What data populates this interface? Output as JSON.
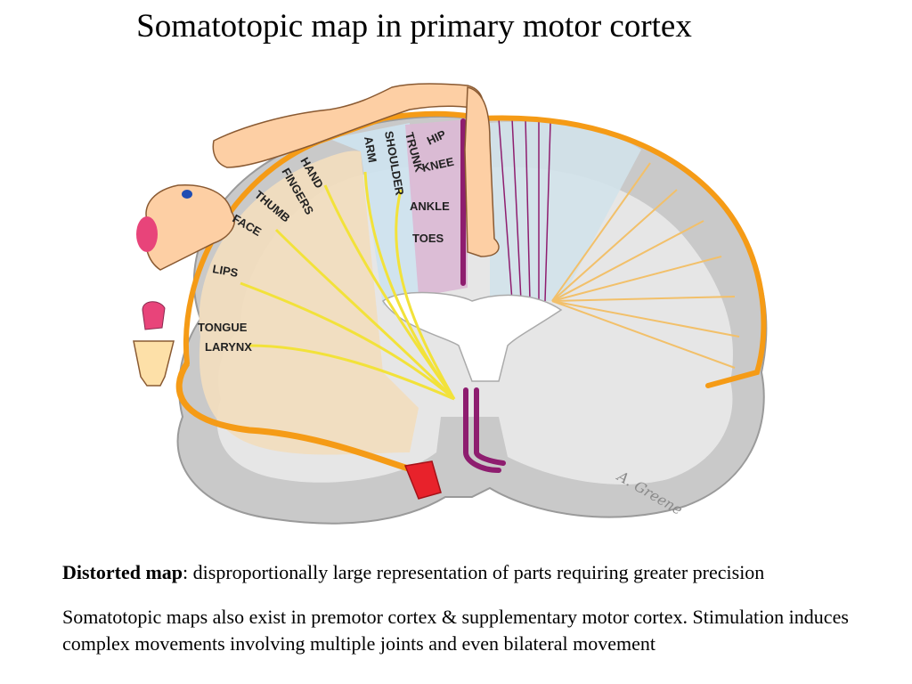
{
  "title": "Somatotopic map in primary motor cortex",
  "diagram": {
    "labels": {
      "hip": "HIP",
      "trunk": "TRUNK",
      "knee": "KNEE",
      "shoulder": "SHOULDER",
      "arm": "ARM",
      "ankle": "ANKLE",
      "toes": "TOES",
      "hand": "HAND",
      "fingers": "FINGERS",
      "thumb": "THUMB",
      "face": "FACE",
      "lips": "LIPS",
      "tongue": "TONGUE",
      "larynx": "LARYNX"
    },
    "signature": "A. Greene",
    "colors": {
      "white_matter": "#e6e6e6",
      "gray_matter": "#c9c9c9",
      "face_region": "#f1ddbf",
      "arm_region": "#cfe3ee",
      "leg_region": "#dbbad5",
      "leg_tract": "#8e1d6f",
      "fibers": "#f2e23a",
      "lateral_tract": "#f59b16",
      "artery": "#e8222b",
      "skin": "#fdcfa4"
    }
  },
  "text": {
    "distorted_bold": "Distorted map",
    "distorted_rest": ": disproportionally large representation of parts requiring greater precision",
    "paragraph": "Somatotopic maps also exist in premotor cortex & supplementary motor cortex. Stimulation induces complex movements involving multiple joints and even bilateral movement"
  }
}
